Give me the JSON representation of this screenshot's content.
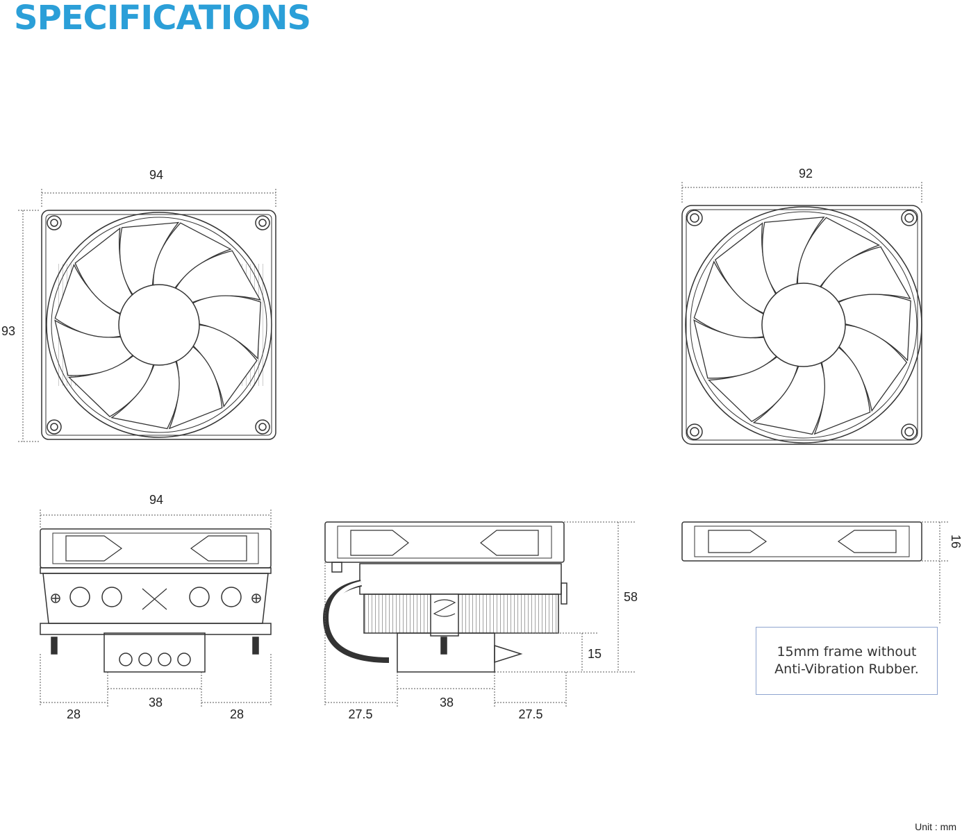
{
  "header": {
    "title": "SPECIFICATIONS"
  },
  "dimensions": {
    "top_view_width": "94",
    "top_view_height": "93",
    "fan_width": "92",
    "front_width": "94",
    "front_left": "28",
    "front_center": "38",
    "front_right": "28",
    "side_left": "27.5",
    "side_center": "38",
    "side_right": "27.5",
    "side_height": "58",
    "side_base_height": "15",
    "fan_thickness": "16"
  },
  "note": {
    "line1": "15mm frame without",
    "line2": "Anti-Vibration Rubber."
  },
  "unit": "Unit : mm",
  "colors": {
    "title": "#2b9fd8",
    "note_border": "#8ea4cf",
    "line": "#333333"
  }
}
